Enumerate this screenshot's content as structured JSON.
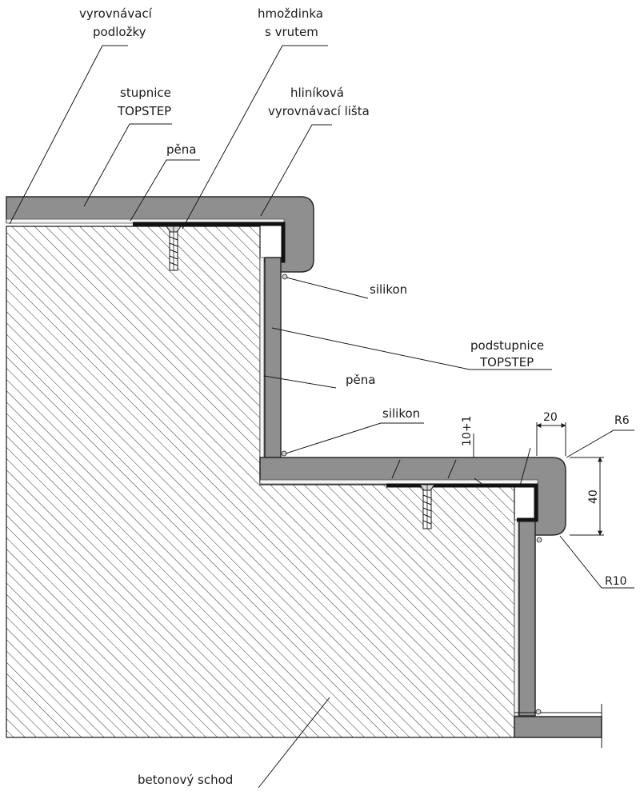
{
  "labels": {
    "vyrovnavaci_1": "vyrovnávací",
    "vyrovnavaci_2": "podložky",
    "hmozdinka_1": "hmoždinka",
    "hmozdinka_2": "s vrutem",
    "stupnice_1": "stupnice",
    "stupnice_2": "TOPSTEP",
    "hlinikova_1": "hliníková",
    "hlinikova_2": "vyrovnávací lišta",
    "pena_top": "pěna",
    "silikon_upper": "silikon",
    "podstupnice_1": "podstupnice",
    "podstupnice_2": "TOPSTEP",
    "pena_mid": "pěna",
    "silikon_lower": "silikon",
    "betonovy_schod": "betonový schod"
  },
  "dimensions": {
    "gap": "10+1",
    "overhang": "20",
    "thickness": "40",
    "radius_top": "R6",
    "radius_bottom": "R10"
  },
  "colors": {
    "panel_fill": "#8f8f8f",
    "panel_stroke": "#2a2a2a",
    "rail": "#111111",
    "foam": "#f4f4f4",
    "hatch": "#333333",
    "line": "#1a1a1a"
  }
}
